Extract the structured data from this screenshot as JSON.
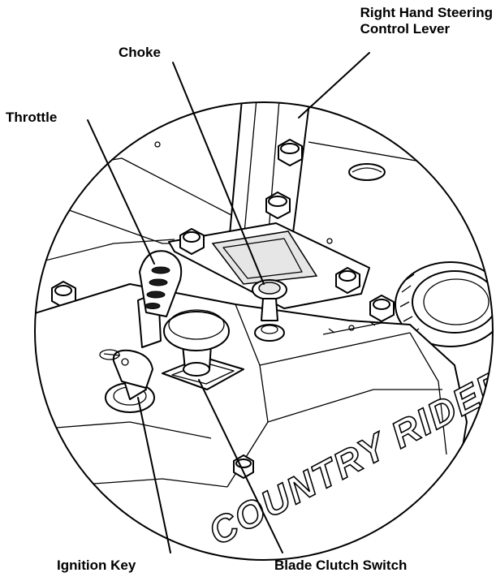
{
  "labels": {
    "right_hand_steering_line1": "Right Hand Steering",
    "right_hand_steering_line2": "Control Lever",
    "choke": "Choke",
    "throttle": "Throttle",
    "ignition_key": "Ignition Key",
    "blade_clutch_switch": "Blade Clutch Switch"
  },
  "decal_text": "COUNTRY RIDER"
}
